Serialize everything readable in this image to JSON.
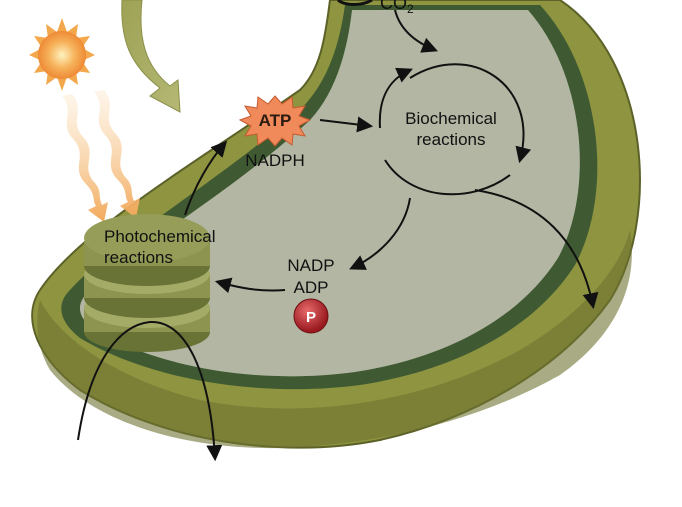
{
  "labels": {
    "co2_main": "CO",
    "co2_sub": "2",
    "atp": "ATP",
    "nadph": "NADPH",
    "bio_line1": "Biochemical",
    "bio_line2": "reactions",
    "photo_line1": "Photochemical",
    "photo_line2": "reactions",
    "nadp": "NADP",
    "adp": "ADP",
    "phosphate": "P"
  },
  "colors": {
    "outer_membrane": "#8e9440",
    "outer_membrane_dark": "#6e7330",
    "inner_band": "#3f5a32",
    "stroma": "#b3b6a3",
    "thylakoid": "#8c9450",
    "thylakoid_dark": "#6a7336",
    "sun": "#f3a24a",
    "atp_burst": "#f08a5a",
    "phosphate": "#c0282f"
  },
  "icons": [
    "sun-icon",
    "light-ray-icon",
    "atp-burst-icon",
    "phosphate-icon"
  ]
}
